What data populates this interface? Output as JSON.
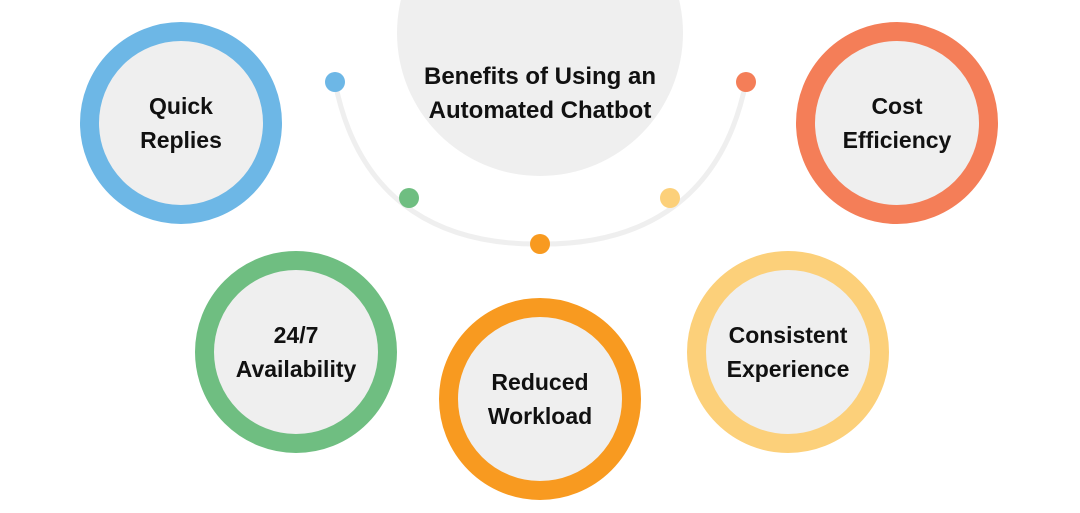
{
  "title": "Benefits of Using an Automated Chatbot",
  "benefits": [
    {
      "label": "Quick Replies",
      "color": "#6db7e6"
    },
    {
      "label": "Cost Efficiency",
      "color": "#f47e58"
    },
    {
      "label": "24/7 Availability",
      "color": "#6fbe81"
    },
    {
      "label": "Reduced Workload",
      "color": "#f89a20"
    },
    {
      "label": "Consistent Experience",
      "color": "#fcd07a"
    }
  ],
  "colors": {
    "arc": "#efefef",
    "center_fill": "#efefef",
    "inner_fill": "#efefef",
    "text": "#111111"
  }
}
